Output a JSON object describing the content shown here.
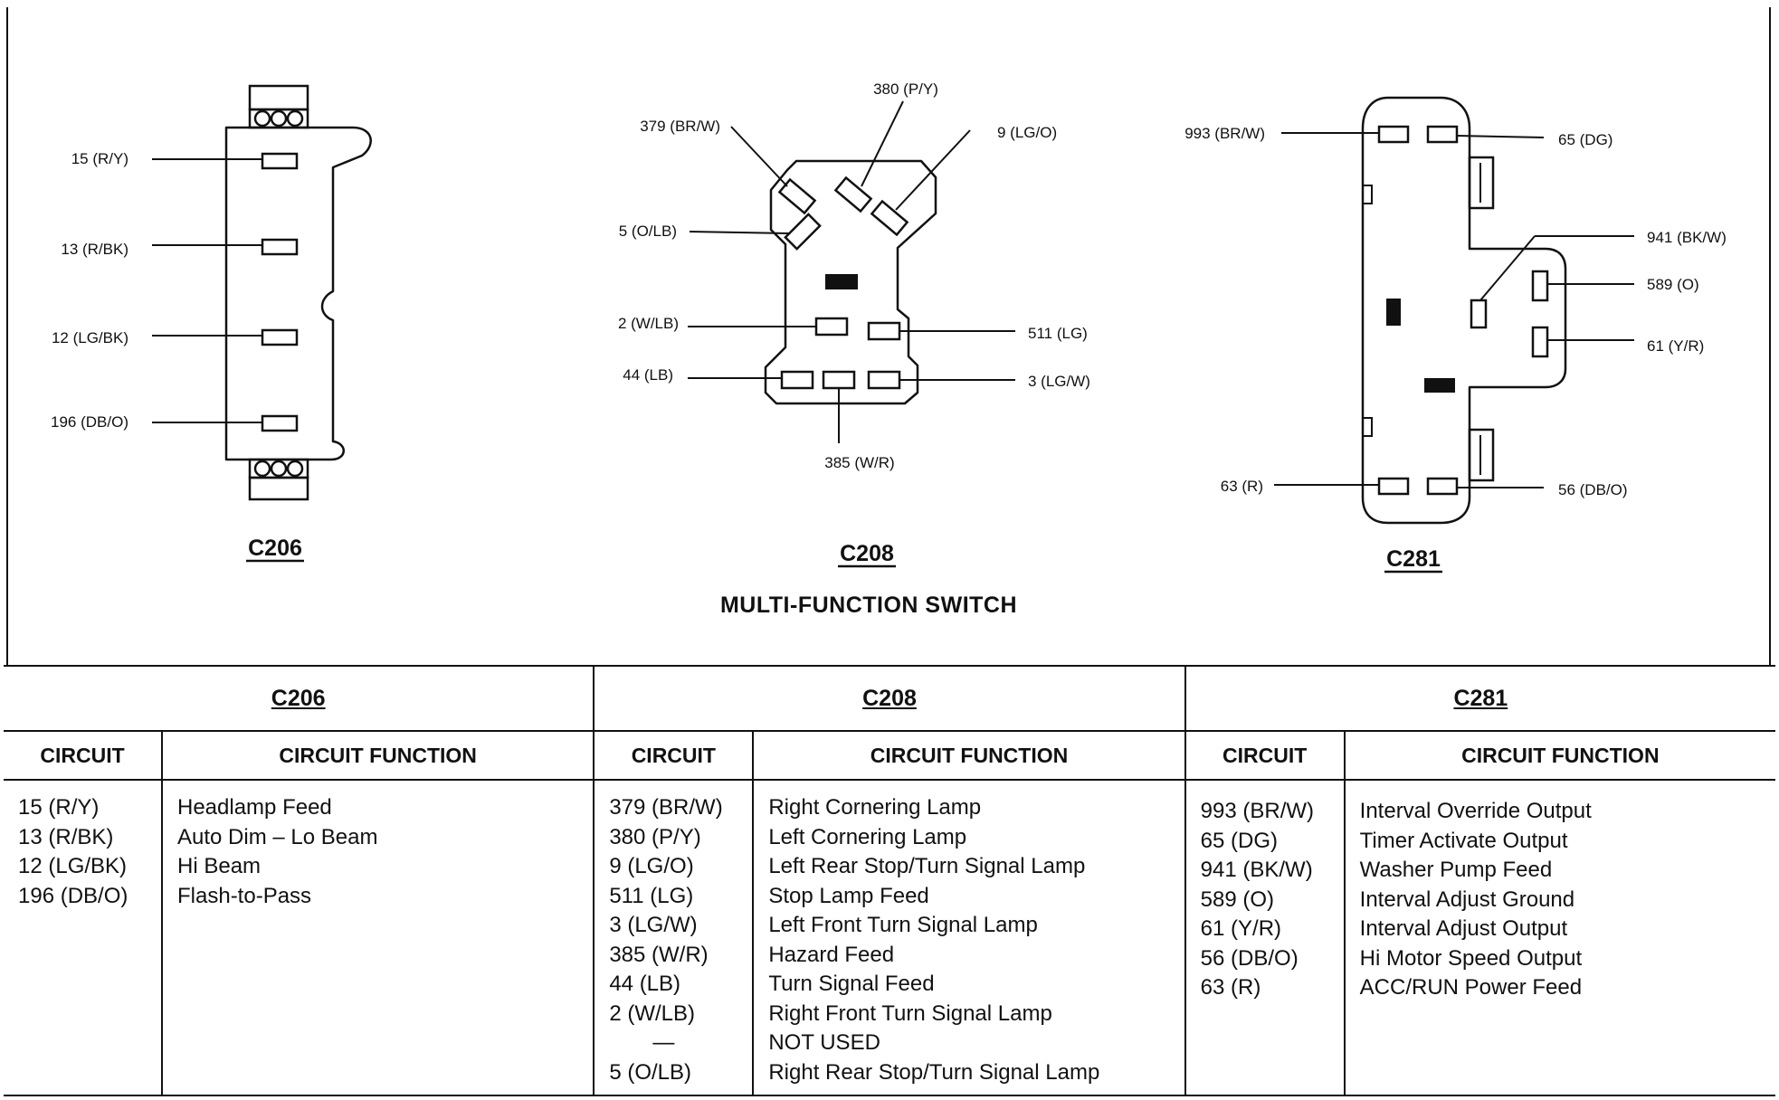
{
  "diagram": {
    "subtitle": "MULTI-FUNCTION SWITCH",
    "connectors": [
      {
        "id": "C206",
        "pins": [
          "15 (R/Y)",
          "13 (R/BK)",
          "12 (LG/BK)",
          "196 (DB/O)"
        ]
      },
      {
        "id": "C208",
        "pins": [
          "380 (P/Y)",
          "379 (BR/W)",
          "9 (LG/O)",
          "5 (O/LB)",
          "2 (W/LB)",
          "511 (LG)",
          "44 (LB)",
          "3 (LG/W)",
          "385 (W/R)"
        ]
      },
      {
        "id": "C281",
        "pins": [
          "993 (BR/W)",
          "65 (DG)",
          "941 (BK/W)",
          "589 (O)",
          "61 (Y/R)",
          "63 (R)",
          "56 (DB/O)"
        ]
      }
    ]
  },
  "tables": [
    {
      "title": "C206",
      "headers": {
        "circuit": "CIRCUIT",
        "function": "CIRCUIT FUNCTION"
      },
      "rows": [
        {
          "circuit": "15 (R/Y)",
          "function": "Headlamp Feed"
        },
        {
          "circuit": "13 (R/BK)",
          "function": "Auto Dim – Lo Beam"
        },
        {
          "circuit": "12 (LG/BK)",
          "function": "Hi Beam"
        },
        {
          "circuit": "196 (DB/O)",
          "function": "Flash-to-Pass"
        }
      ]
    },
    {
      "title": "C208",
      "headers": {
        "circuit": "CIRCUIT",
        "function": "CIRCUIT FUNCTION"
      },
      "rows": [
        {
          "circuit": "379 (BR/W)",
          "function": "Right Cornering Lamp"
        },
        {
          "circuit": "380 (P/Y)",
          "function": "Left Cornering Lamp"
        },
        {
          "circuit": "9 (LG/O)",
          "function": "Left Rear Stop/Turn Signal Lamp"
        },
        {
          "circuit": "511 (LG)",
          "function": "Stop Lamp Feed"
        },
        {
          "circuit": "3 (LG/W)",
          "function": "Left Front Turn Signal Lamp"
        },
        {
          "circuit": "385 (W/R)",
          "function": "Hazard Feed"
        },
        {
          "circuit": "44 (LB)",
          "function": "Turn Signal Feed"
        },
        {
          "circuit": "2 (W/LB)",
          "function": "Right Front Turn Signal Lamp"
        },
        {
          "circuit": "—",
          "function": "NOT USED"
        },
        {
          "circuit": "5 (O/LB)",
          "function": "Right Rear Stop/Turn Signal Lamp"
        }
      ]
    },
    {
      "title": "C281",
      "headers": {
        "circuit": "CIRCUIT",
        "function": "CIRCUIT FUNCTION"
      },
      "rows": [
        {
          "circuit": "993 (BR/W)",
          "function": "Interval Override Output"
        },
        {
          "circuit": "65 (DG)",
          "function": "Timer Activate Output"
        },
        {
          "circuit": "941 (BK/W)",
          "function": "Washer Pump Feed"
        },
        {
          "circuit": "589 (O)",
          "function": "Interval Adjust Ground"
        },
        {
          "circuit": "61 (Y/R)",
          "function": "Interval Adjust Output"
        },
        {
          "circuit": "56 (DB/O)",
          "function": "Hi Motor Speed Output"
        },
        {
          "circuit": "63 (R)",
          "function": "ACC/RUN Power Feed"
        }
      ]
    }
  ]
}
